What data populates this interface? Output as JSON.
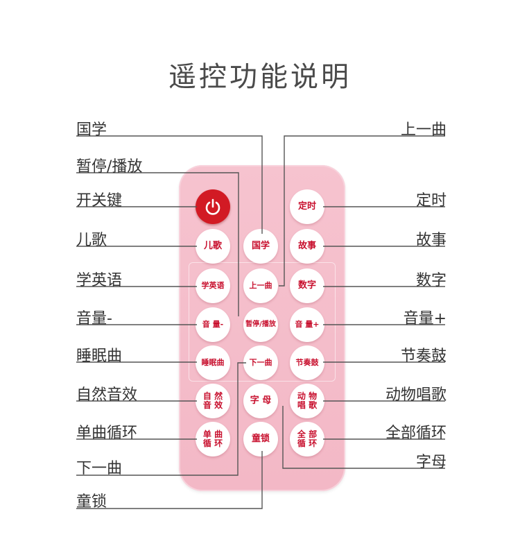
{
  "title": "遥控功能说明",
  "buttons": {
    "power": "",
    "timer": "定时",
    "guoxue": "国学",
    "erge": "儿歌",
    "gushi": "故事",
    "xueyingyu": "学英语",
    "shangyiqu": "上一曲",
    "shuzi": "数字",
    "yinliang_minus": "音 量-",
    "pause_play": "暂停/播放",
    "yinliang_plus": "音 量+",
    "shuimianqu": "睡眠曲",
    "xiayiqu": "下一曲",
    "jiezougu": "节奏鼓",
    "ziranyinxiao": "自 然\n音 效",
    "zimu": "字 母",
    "dongwuchangge": "动 物\n唱 歌",
    "danquxunhuan": "单 曲\n循 环",
    "tongsuo": "童锁",
    "quanbuxunhuan": "全 部\n循 环"
  },
  "labels_left": [
    "国学",
    "暂停/播放",
    "开关键",
    "儿歌",
    "学英语",
    "音量-",
    "睡眠曲",
    "自然音效",
    "单曲循环",
    "下一曲",
    "童锁"
  ],
  "labels_right": [
    "上一曲",
    "定时",
    "故事",
    "数字",
    "音量+",
    "节奏鼓",
    "动物唱歌",
    "全部循环",
    "字母"
  ],
  "colors": {
    "remote": "#f3b8c6",
    "button_text": "#c8102e",
    "power": "#d21a24",
    "line": "#555555"
  },
  "icons": {
    "power": "power-icon"
  }
}
